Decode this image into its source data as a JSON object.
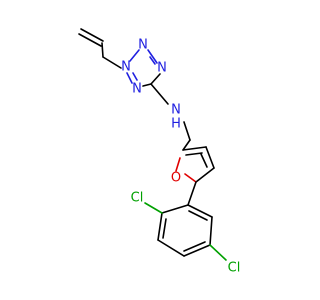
{
  "atom_labels": {
    "n_ring_1": "N",
    "n_ring_2": "N",
    "n_ring_3": "N",
    "n_ring_4": "N",
    "n_amine": "N",
    "h_amine": "H",
    "o_furan": "O",
    "cl_ortho": "Cl",
    "cl_meta": "Cl"
  },
  "colors": {
    "bond": "#000000",
    "nitrogen": "#2020e0",
    "oxygen": "#e00000",
    "chlorine": "#00a000"
  }
}
